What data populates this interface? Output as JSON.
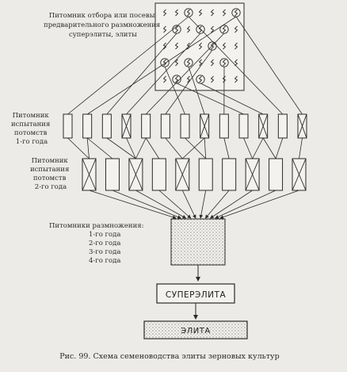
{
  "labels": {
    "nursery_selection": [
      "Питомник отбора или посевы",
      "предварительного размножения",
      "суперэлиты, элиты"
    ],
    "trial_year1": [
      "Питомник",
      "испытания",
      "потомств",
      "1-го года"
    ],
    "trial_year2": [
      "Питомник",
      "испытания",
      "потомств",
      "2-го года"
    ],
    "propagation": [
      "Питомники размножения:",
      "1-го года",
      "2-го года",
      "3-го года",
      "4-го года"
    ],
    "superelite": "СУПЕРЭЛИТА",
    "elite": "ЭЛИТА",
    "caption": "Рис. 99. Схема семеноводства элиты зерновых культур"
  },
  "nursery_grid": {
    "rows": 5,
    "cols": 7,
    "circled": [
      [
        0,
        2
      ],
      [
        0,
        6
      ],
      [
        1,
        1
      ],
      [
        1,
        3
      ],
      [
        1,
        5
      ],
      [
        2,
        4
      ],
      [
        3,
        0
      ],
      [
        3,
        2
      ],
      [
        3,
        5
      ],
      [
        4,
        1
      ],
      [
        4,
        3
      ]
    ]
  },
  "year1_plots": {
    "count": 13,
    "crossed": [
      3,
      7,
      10,
      12
    ]
  },
  "year2_plots": {
    "count": 10,
    "crossed": [
      0,
      2,
      4,
      7,
      9
    ]
  },
  "colors": {
    "ink": "#2a2a2a",
    "background": "#ecebe7",
    "shade": "#bdbab4"
  }
}
